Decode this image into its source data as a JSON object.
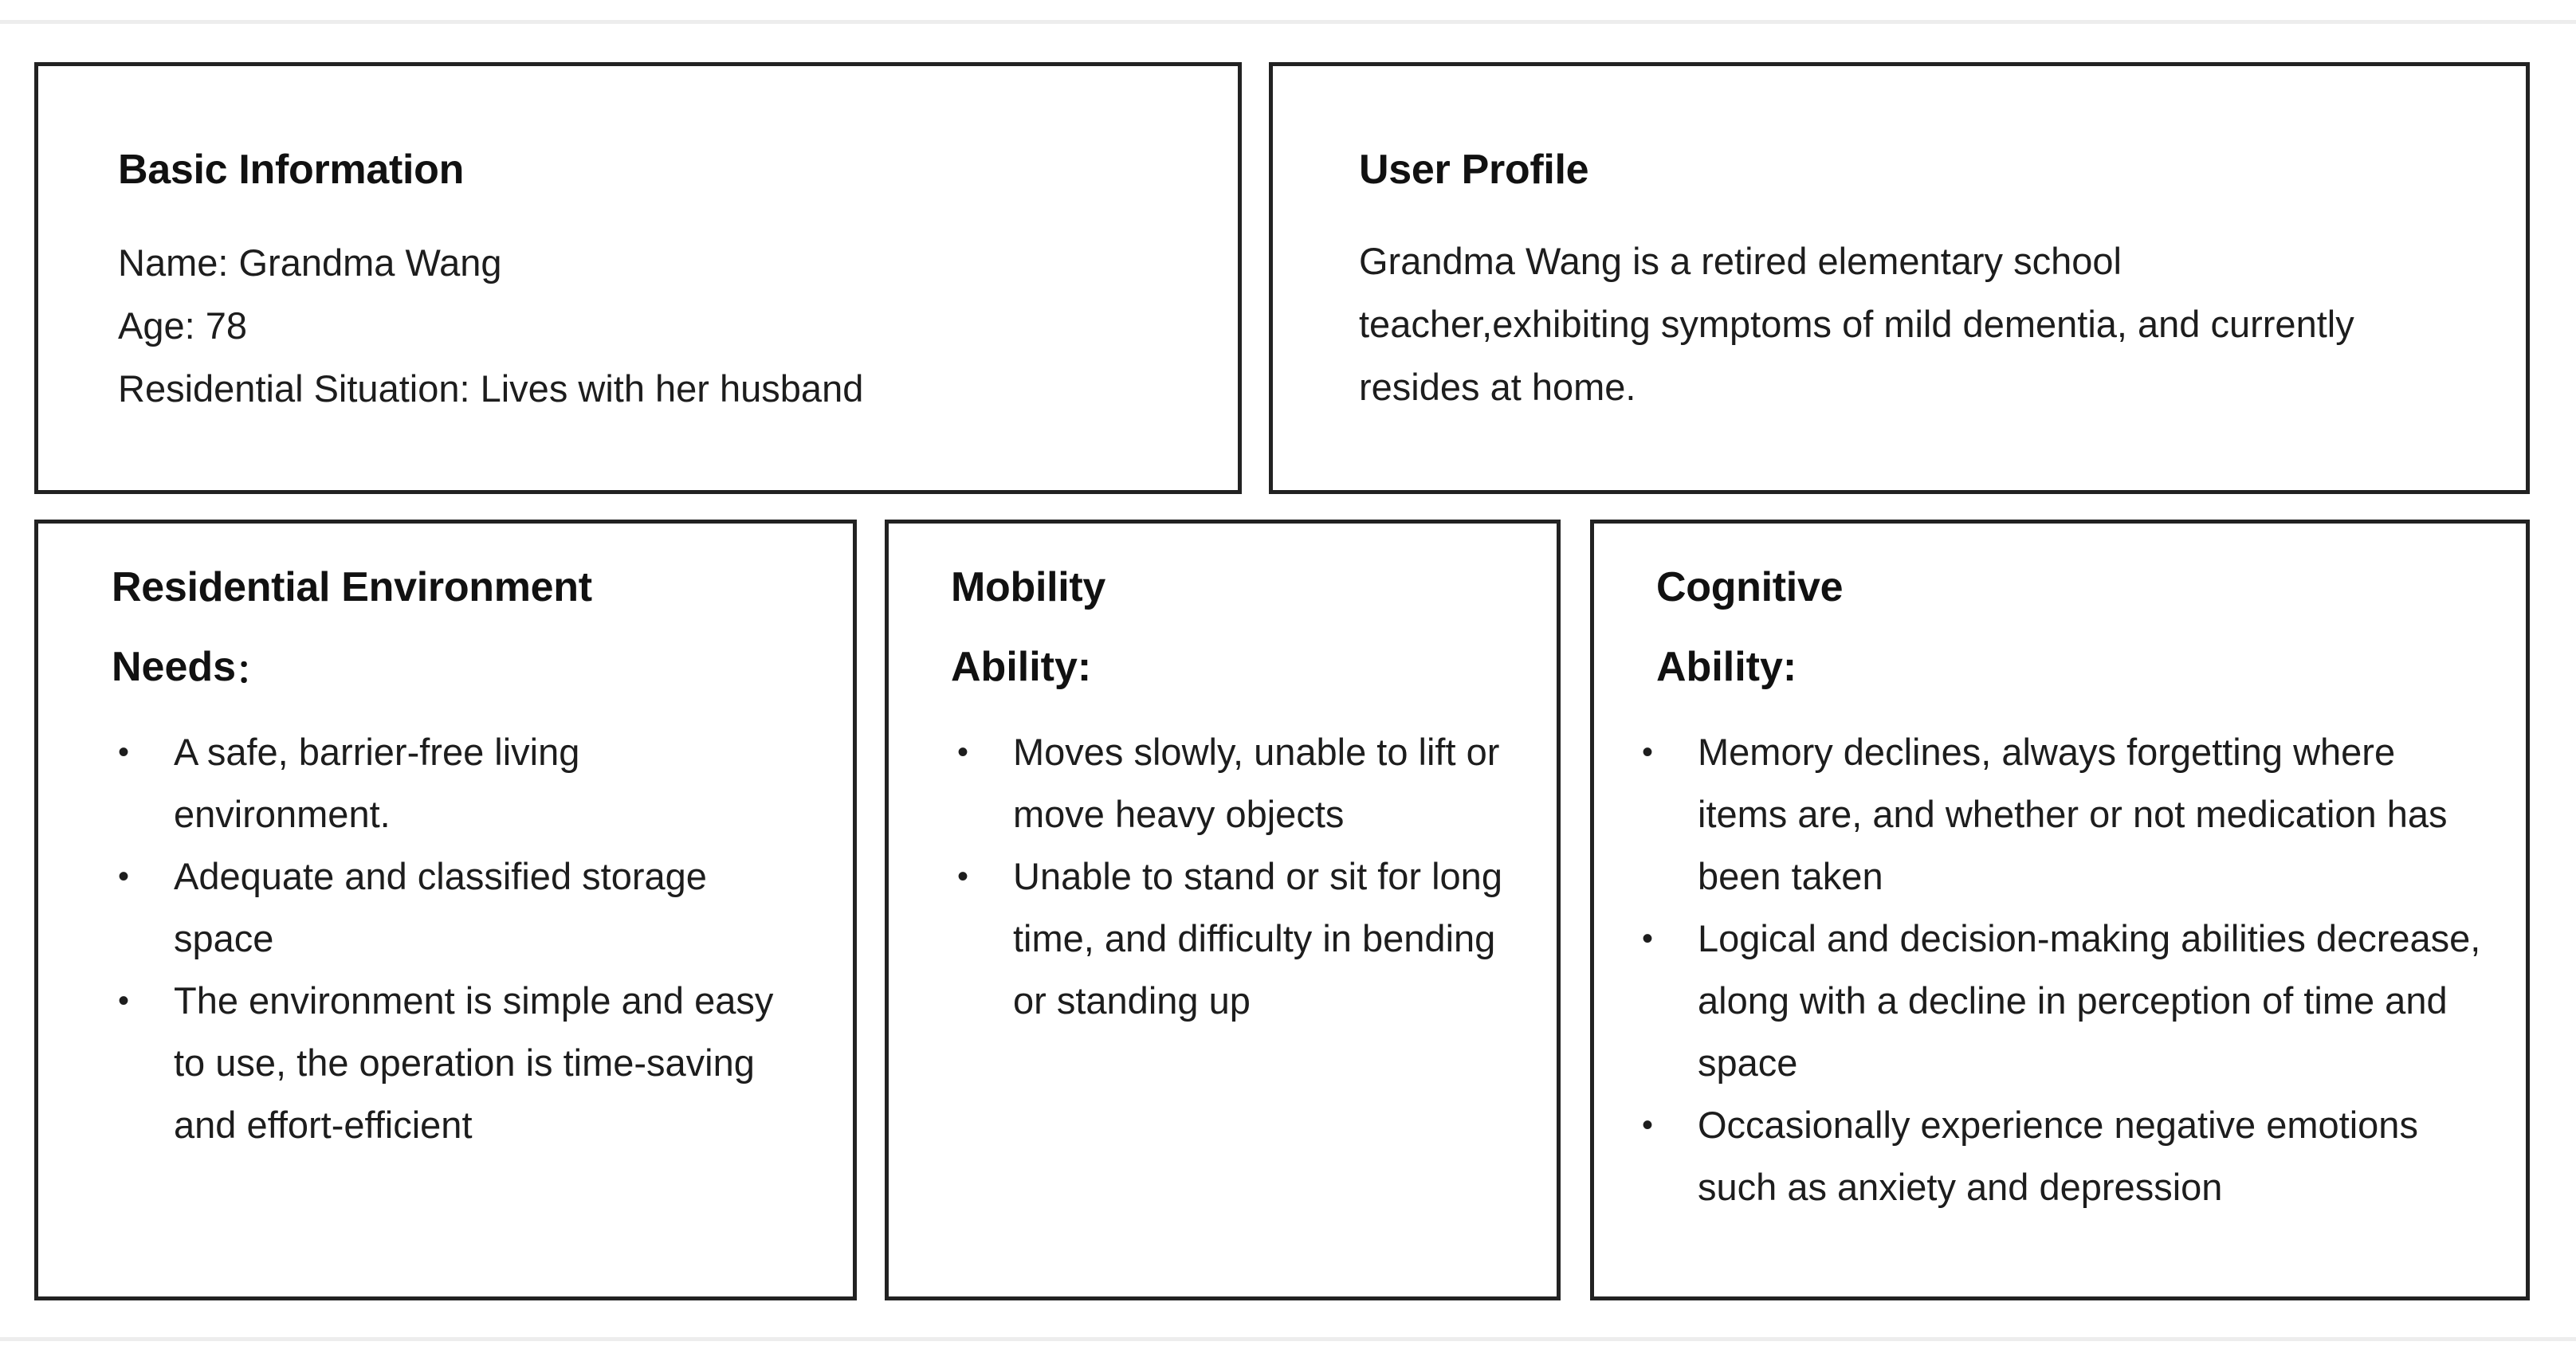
{
  "separators": {
    "color": "#ededed"
  },
  "cards": {
    "basic_information": {
      "title": "Basic Information",
      "lines": [
        "Name: Grandma Wang",
        "Age: 78",
        "Residential Situation: Lives with her husband"
      ]
    },
    "user_profile": {
      "title": "User Profile",
      "body": "Grandma Wang is a retired elementary school teacher,exhibiting symptoms of mild dementia, and currently resides at home."
    },
    "residential_environment": {
      "title": "Residential Environment",
      "subtitle": "Needs",
      "subtitle_colon": "：",
      "bullets": [
        "A safe, barrier-free living environment.",
        "Adequate and classified storage space",
        "The environment is simple and easy to use, the operation is time-saving and effort-efficient"
      ]
    },
    "mobility": {
      "title": "Mobility",
      "subtitle": "Ability:",
      "bullets": [
        "Moves slowly, unable to lift or move heavy objects",
        "Unable to stand or sit for long time, and difficulty in bending or standing up"
      ]
    },
    "cognitive": {
      "title": "Cognitive",
      "subtitle": "Ability:",
      "bullets": [
        "Memory declines, always forgetting where items are, and whether or not medication has been taken",
        "Logical and decision-making abilities decrease, along with a decline in perception of time and space",
        "Occasionally experience negative emotions such as anxiety and depression"
      ]
    }
  },
  "bullet_glyph": "•",
  "colors": {
    "card_border": "#222222",
    "text": "#1d1d1d",
    "heading": "#111111",
    "background": "#ffffff"
  }
}
